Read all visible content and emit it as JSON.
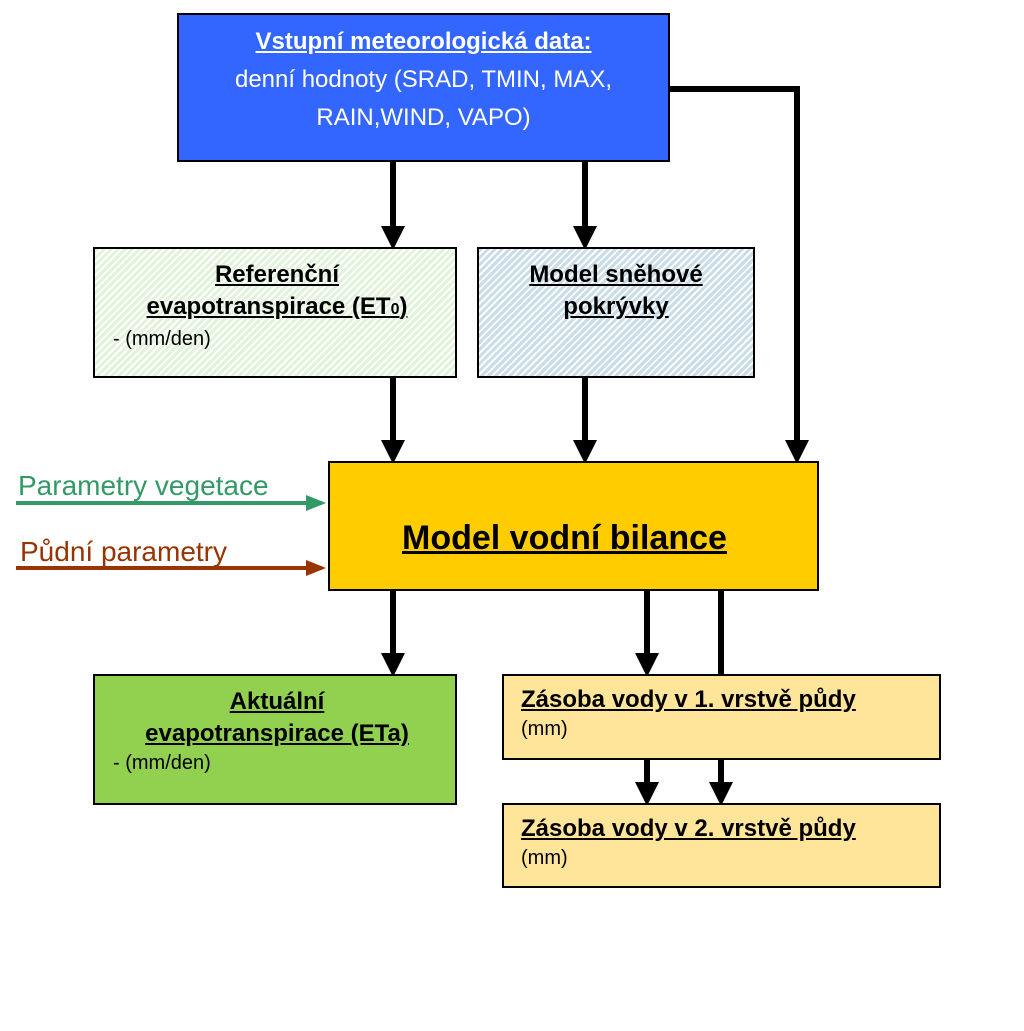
{
  "input": {
    "title": "Vstupní meteorologická data:",
    "line1": "denní hodnoty (SRAD, TMIN, MAX,",
    "line2": "RAIN,WIND, VAPO)"
  },
  "reference_et": {
    "title_line1": "Referenční",
    "title_line2": "evapotranspirace (ET",
    "title_sub": "0",
    "title_end": ")",
    "unit": "- (mm/den)"
  },
  "snow_model": {
    "title_line1": "Model sněhové",
    "title_line2": "pokrývky"
  },
  "water_balance": {
    "title": "Model vodní bilance"
  },
  "side_inputs": {
    "vegetation": "Parametry vegetace",
    "soil": "Půdní parametry"
  },
  "actual_et": {
    "title_line1": "Aktuální",
    "title_line2": "evapotranspirace (ETa)",
    "unit": "- (mm/den)"
  },
  "layer1": {
    "title": "Zásoba vody v 1. vrstvě půdy",
    "unit": "(mm)"
  },
  "layer2": {
    "title": "Zásoba vody v 2. vrstvě půdy",
    "unit": "(mm)"
  },
  "colors": {
    "input": "#3366ff",
    "reference_et": "#e2f3dc",
    "snow_model": "#c9dde9",
    "water_balance": "#ffcc00",
    "actual_et": "#92d050",
    "layers": "#ffe599",
    "vegetation_arrow": "#339966",
    "soil_arrow": "#993300"
  }
}
